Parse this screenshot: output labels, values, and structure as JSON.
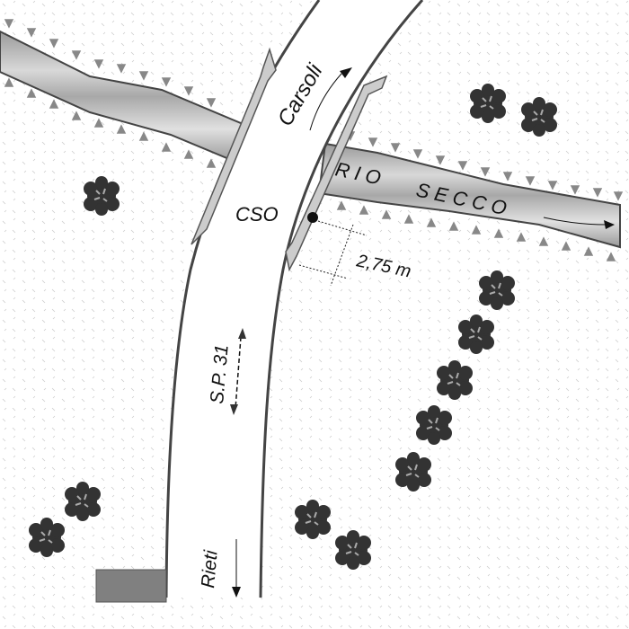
{
  "labels": {
    "carsoli": "Carsoli",
    "cso": "CSO",
    "rio": "RIO",
    "secco": "SECCO",
    "distance": "2,75 m",
    "road": "S.P. 31",
    "rieti": "Rieti"
  },
  "colors": {
    "background": "#ffffff",
    "road_edge": "#444444",
    "river": "#b8b8b8",
    "bank": "#888888",
    "tree": "#3a3a3a",
    "building": "#808080"
  }
}
